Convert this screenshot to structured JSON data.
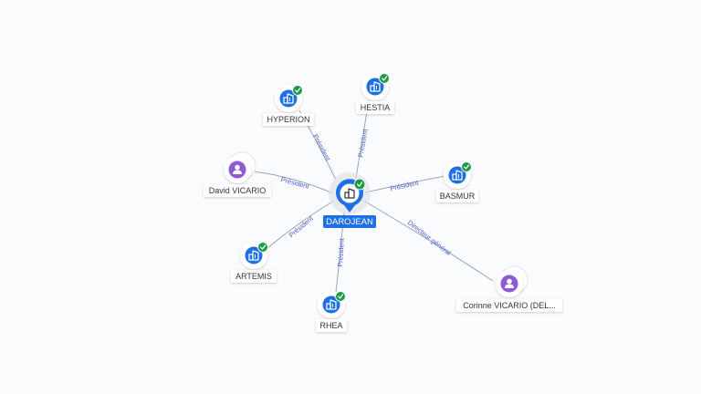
{
  "colors": {
    "company": "#1f6fe5",
    "person": "#8d5bd6",
    "verified": "#1f9a4a",
    "edge": "#9aa5b8",
    "edge_label": "#4a62c9",
    "center_label_bg": "#1f6fe5"
  },
  "center": {
    "label": "DAROJEAN",
    "icon": "building-icon",
    "verified": true
  },
  "nodes": [
    {
      "label": "HYPERION",
      "kind": "company",
      "icon": "building-icon",
      "verified": true
    },
    {
      "label": "HESTIA",
      "kind": "company",
      "icon": "building-icon",
      "verified": true
    },
    {
      "label": "David VICARIO",
      "kind": "person",
      "icon": "person-icon",
      "verified": false
    },
    {
      "label": "BASMUR",
      "kind": "company",
      "icon": "building-icon",
      "verified": true
    },
    {
      "label": "ARTEMIS",
      "kind": "company",
      "icon": "building-icon",
      "verified": true
    },
    {
      "label": "RHEA",
      "kind": "company",
      "icon": "building-icon",
      "verified": true
    },
    {
      "label": "Corinne VICARIO (DEL...",
      "kind": "person",
      "icon": "person-icon",
      "verified": false
    }
  ],
  "edges": [
    {
      "to": "HYPERION",
      "label": "Président"
    },
    {
      "to": "HESTIA",
      "label": "Président"
    },
    {
      "to": "David VICARIO",
      "label": "Président"
    },
    {
      "to": "BASMUR",
      "label": "Président"
    },
    {
      "to": "ARTEMIS",
      "label": "Président"
    },
    {
      "to": "RHEA",
      "label": "Président"
    },
    {
      "to": "Corinne VICARIO (DEL...",
      "label": "Directeur général"
    }
  ]
}
